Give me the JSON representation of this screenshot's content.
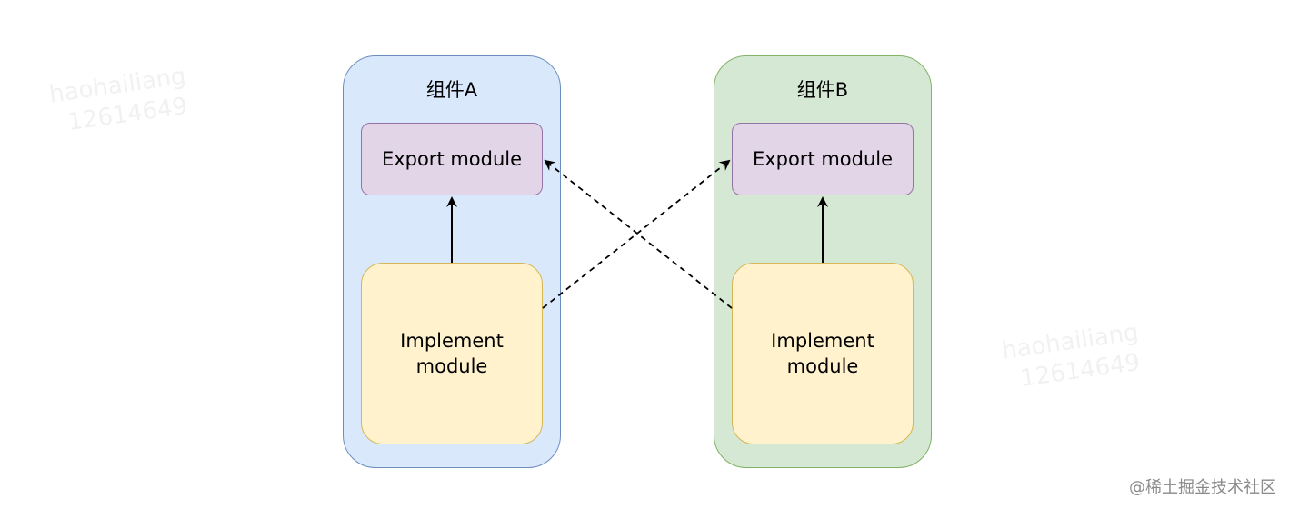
{
  "diagram": {
    "component_a": {
      "title": "组件A",
      "export_label": "Export module",
      "implement_label": "Implement module"
    },
    "component_b": {
      "title": "组件B",
      "export_label": "Export module",
      "implement_label": "Implement module"
    },
    "colors": {
      "component_a_fill": "#dae8fc",
      "component_a_stroke": "#6c8ebf",
      "component_b_fill": "#d5e8d4",
      "component_b_stroke": "#82b366",
      "export_fill": "#e1d5e7",
      "export_stroke": "#9673a6",
      "implement_fill": "#fff2cc",
      "implement_stroke": "#d6b656"
    }
  },
  "watermark": {
    "line1": "haohailiang",
    "line2": "12614649"
  },
  "credit": "@稀土掘金技术社区"
}
